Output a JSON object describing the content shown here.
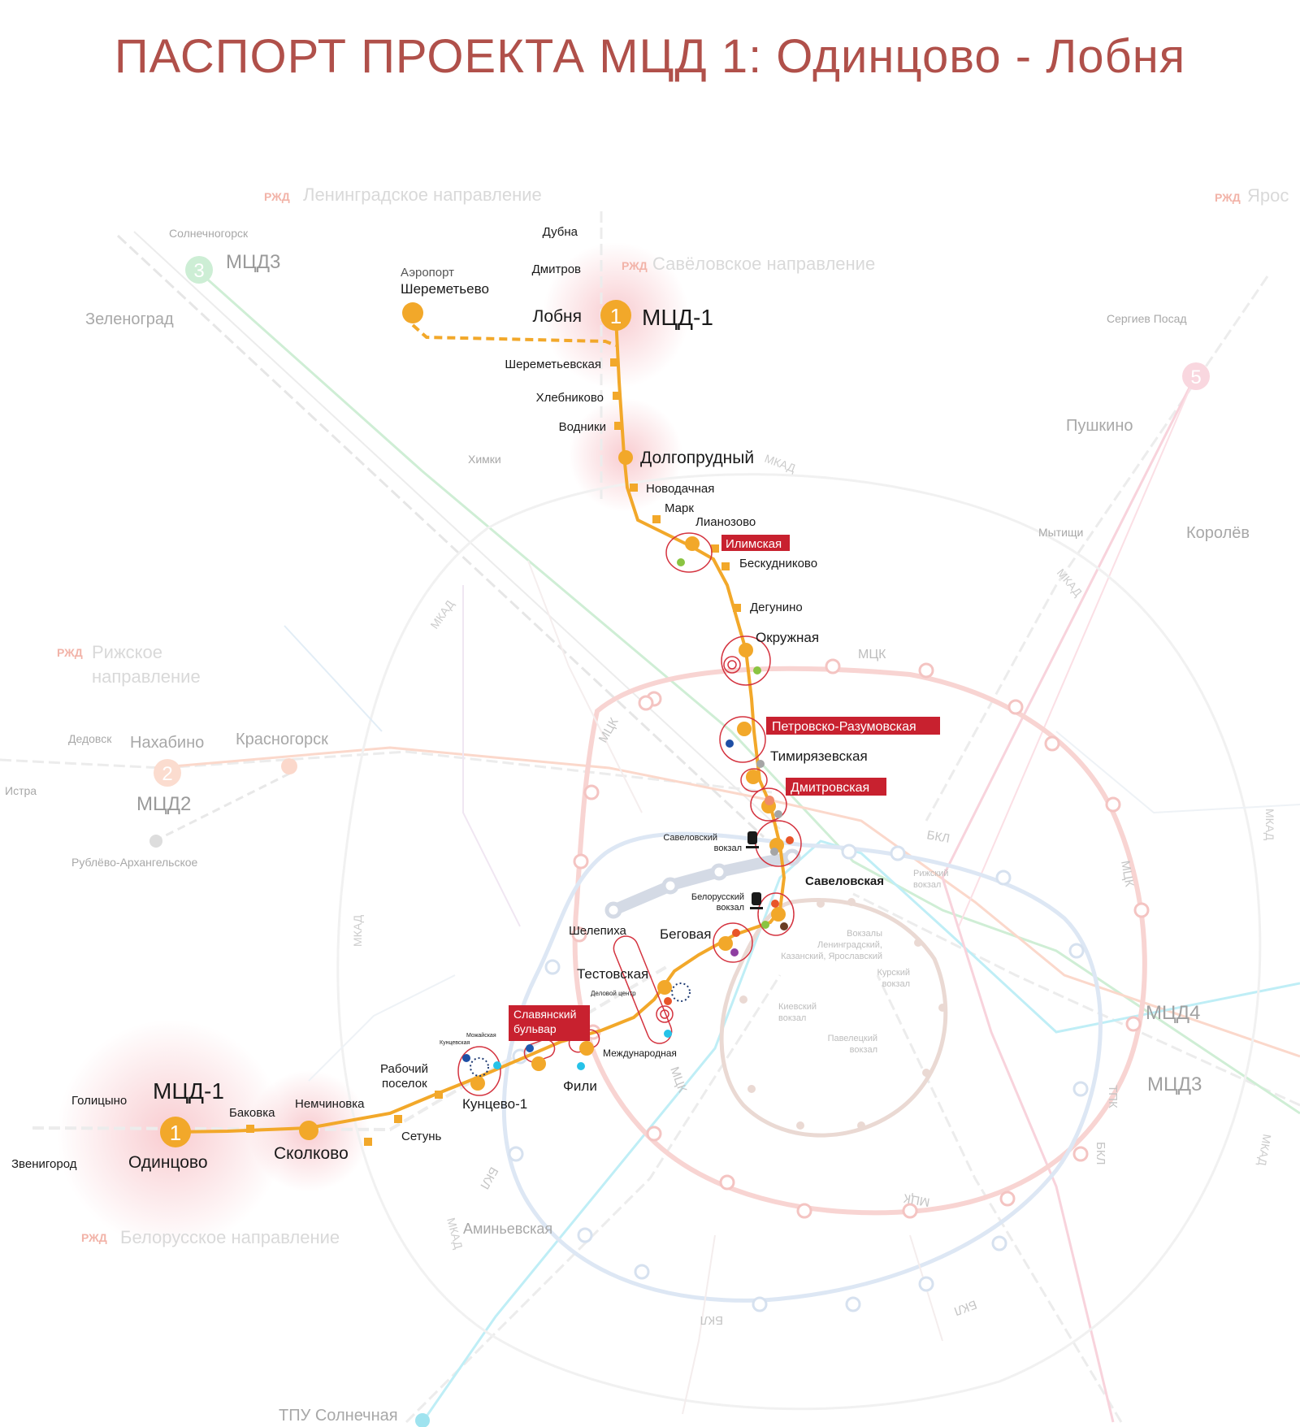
{
  "title": "ПАСПОРТ ПРОЕКТА МЦД 1: Одинцово - Лобня",
  "colors": {
    "title": "#b0504a",
    "mcd1": "#f2a82a",
    "mcd2": "#f6a58f",
    "mcd3": "#9bd7a6",
    "mcd4": "#5fd2e8",
    "mcd5": "#f3a6b8",
    "mck_ring": "#f7c4c2",
    "koltsevaya": "#c7a49a",
    "bkl": "#b4c9e6",
    "highlight_box": "#c8212f",
    "rzd": "#e8553b"
  },
  "directions": {
    "leningradskoe": "Ленинградское направление",
    "savelovskoe": "Савёловское направление",
    "yaroslavskoe": "Ярос",
    "rizhskoe_1": "Рижское",
    "rizhskoe_2": "направление",
    "belorusskoe": "Белорусское направление",
    "rzd_logo": "РЖД"
  },
  "line_labels": {
    "mcd1_north": "МЦД-1",
    "mcd1_south": "МЦД-1",
    "mcd1_number": "1",
    "mcd2": "МЦД2",
    "mcd2_number": "2",
    "mcd3_nw": "МЦД3",
    "mcd3_number": "3",
    "mcd3_se": "МЦД3",
    "mcd4": "МЦД4",
    "mcd5_number": "5",
    "mck": "МЦК",
    "mkad": "МКАД",
    "bkl": "БКЛ",
    "tpk": "ТПК"
  },
  "mcd1_stations": [
    {
      "name": "Дубна"
    },
    {
      "name": "Дмитров"
    },
    {
      "name": "Аэропорт"
    },
    {
      "name": "Шереметьево"
    },
    {
      "name": "Лобня"
    },
    {
      "name": "Шереметьевская"
    },
    {
      "name": "Хлебниково"
    },
    {
      "name": "Водники"
    },
    {
      "name": "Долгопрудный"
    },
    {
      "name": "Новодачная"
    },
    {
      "name": "Марк"
    },
    {
      "name": "Лианозово"
    },
    {
      "name": "Илимская"
    },
    {
      "name": "Бескудниково"
    },
    {
      "name": "Дегунино"
    },
    {
      "name": "Окружная"
    },
    {
      "name": "Петровско-Разумовская"
    },
    {
      "name": "Тимирязевская"
    },
    {
      "name": "Дмитровская"
    },
    {
      "name": "Савеловская"
    },
    {
      "name": "Беговая"
    },
    {
      "name": "Тестовская"
    },
    {
      "name": "Деловой центр"
    },
    {
      "name": "Международная"
    },
    {
      "name": "Шелепиха"
    },
    {
      "name": "Славянский"
    },
    {
      "name": "бульвар"
    },
    {
      "name": "Фили"
    },
    {
      "name": "Кунцево-1"
    },
    {
      "name": "Кунцевская"
    },
    {
      "name": "Можайская"
    },
    {
      "name": "Рабочий"
    },
    {
      "name": "поселок"
    },
    {
      "name": "Сетунь"
    },
    {
      "name": "Немчиновка"
    },
    {
      "name": "Сколково"
    },
    {
      "name": "Баковка"
    },
    {
      "name": "Одинцово"
    },
    {
      "name": "Голицыно"
    },
    {
      "name": "Звенигород"
    }
  ],
  "terminals": {
    "savelovsky_1": "Савеловский",
    "savelovsky_2": "вокзал",
    "belorussky_1": "Белорусский",
    "belorussky_2": "вокзал",
    "rizhsky_1": "Рижский",
    "rizhsky_2": "вокзал",
    "three_1": "Вокзалы",
    "three_2": "Ленинградский,",
    "three_3": "Казанский, Ярославский",
    "kursky_1": "Курский",
    "kursky_2": "вокзал",
    "kievsky_1": "Киевский",
    "kievsky_2": "вокзал",
    "paveletsky_1": "Павелецкий",
    "paveletsky_2": "вокзал"
  },
  "other_places": {
    "solnechnogorsk": "Солнечногорск",
    "zelenograd": "Зеленоград",
    "khimki": "Химки",
    "sergiev_posad": "Сергиев Посад",
    "pushkino": "Пушкино",
    "mytishchi": "Мытищи",
    "korolev": "Королёв",
    "dedovsk": "Дедовск",
    "nakhabino": "Нахабино",
    "krasnogorsk": "Красногорск",
    "istra": "Истра",
    "rublevo": "Рублёво-Архангельское",
    "aminyevskaya": "Аминьевская",
    "tpu_solnechnaya": "ТПУ Солнечная"
  }
}
